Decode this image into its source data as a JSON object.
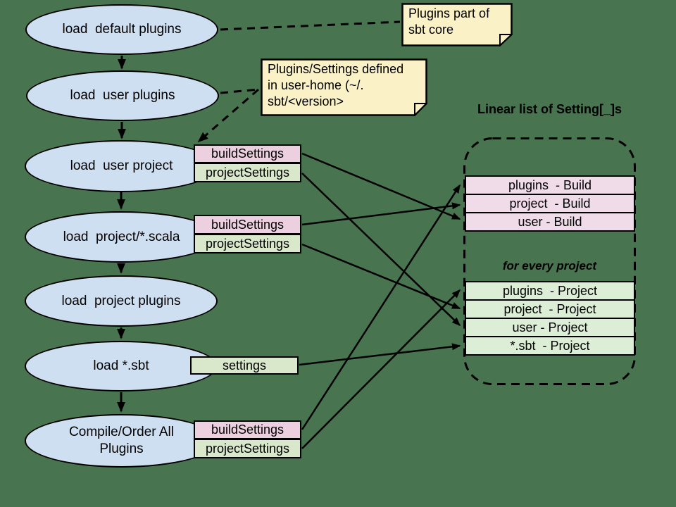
{
  "canvas": {
    "background_color": "#497450",
    "line_color": "#000000"
  },
  "palette": {
    "node_fill": "#cfdff2",
    "note_fill": "#fbf1c6",
    "build_settings_fill": "#ecd0e0",
    "project_settings_fill": "#d9e7cb",
    "build_row_fill": "#f0dbe9",
    "project_row_fill": "#ddeed6"
  },
  "flow": {
    "nodes": [
      {
        "id": "load-default-plugins",
        "label": "load  default plugins"
      },
      {
        "id": "load-user-plugins",
        "label": "load  user plugins"
      },
      {
        "id": "load-user-project",
        "label": "load  user project"
      },
      {
        "id": "load-project-scala",
        "label": "load  project/*.scala"
      },
      {
        "id": "load-project-plugins",
        "label": "load  project plugins"
      },
      {
        "id": "load-sbt",
        "label": "load *.sbt"
      },
      {
        "id": "compile-order-all-plugins",
        "label": "Compile/Order All\nPlugins"
      }
    ]
  },
  "attached_boxes": {
    "user_project_build": "buildSettings",
    "user_project_project": "projectSettings",
    "scala_build": "buildSettings",
    "scala_project": "projectSettings",
    "sbt_settings": "settings",
    "compile_build": "buildSettings",
    "compile_project": "projectSettings"
  },
  "notes": [
    {
      "id": "note-sbt-core",
      "text": "Plugins part of\nsbt core"
    },
    {
      "id": "note-user-home",
      "text": "Plugins/Settings defined\nin user-home (~/.\nsbt/<version>"
    }
  ],
  "right_panel": {
    "title": "Linear list of Setting[_]s",
    "build_rows": [
      "plugins  - Build",
      "project  - Build",
      "user - Build"
    ],
    "subtitle": "for every project",
    "project_rows": [
      "plugins  - Project",
      "project  - Project",
      "user - Project",
      "*.sbt  - Project"
    ]
  }
}
